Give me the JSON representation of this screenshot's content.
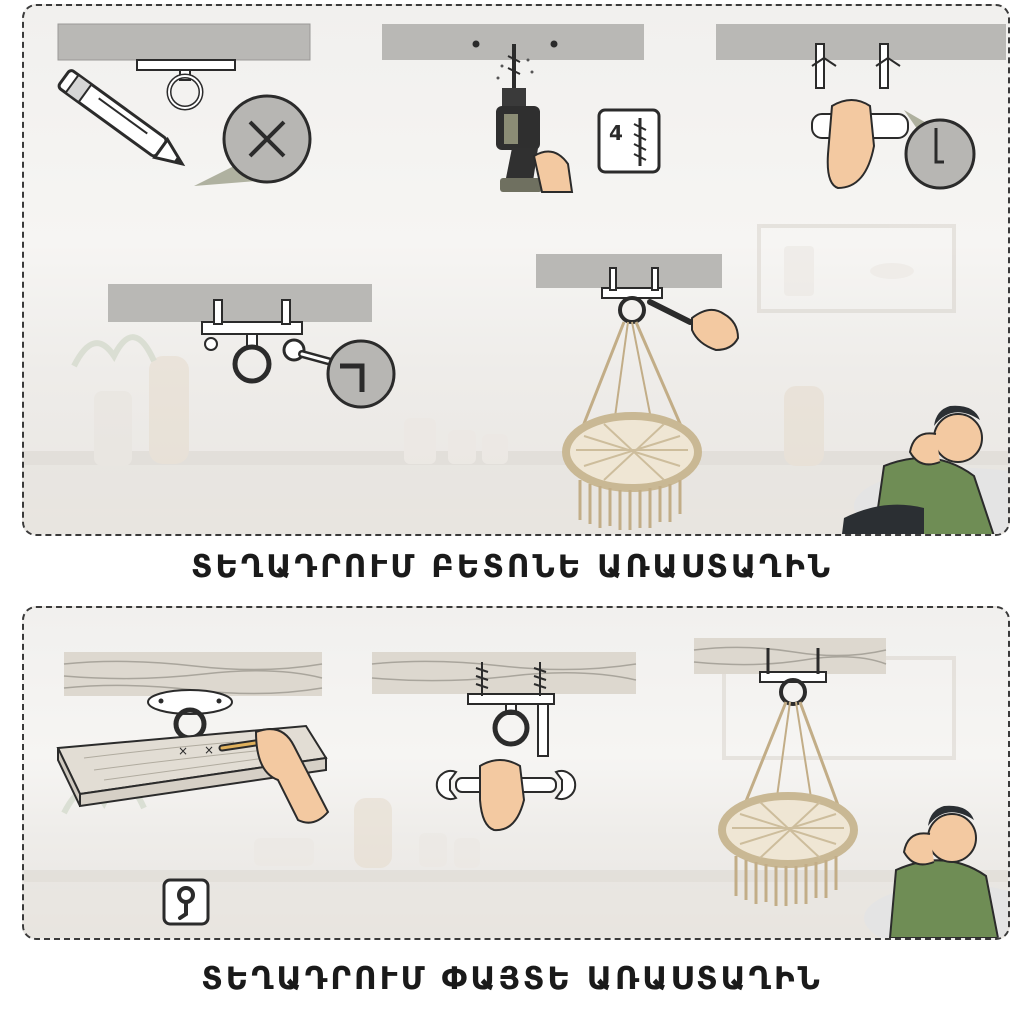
{
  "panels": [
    {
      "id": "concrete",
      "caption": "ՏԵՂԱԴՐՈՒՄ ԲԵՏՈՆԵ ԱՌԱՍՏԱՂԻՆ",
      "drill_bit_size": "4"
    },
    {
      "id": "wood",
      "caption": "ՏԵՂԱԴՐՈՒՄ ՓԱՅՏԵ ԱՌԱՍՏԱՂԻՆ"
    }
  ],
  "colors": {
    "concrete": "#b9b8b5",
    "wood": "#ddd8cf",
    "skin": "#f3c9a1",
    "shirt": "#6f8d55",
    "rope": "#d9c9a8",
    "outline": "#2b2b2b",
    "border": "#3a3a3a"
  },
  "icons": [
    "pencil-icon",
    "no-drill-icon",
    "drill-icon",
    "drill-bit-icon",
    "anchor-bolt-icon",
    "wrench-icon",
    "eye-bolt-icon",
    "hanging-chair-icon",
    "relaxing-man-icon",
    "hook-icon"
  ]
}
